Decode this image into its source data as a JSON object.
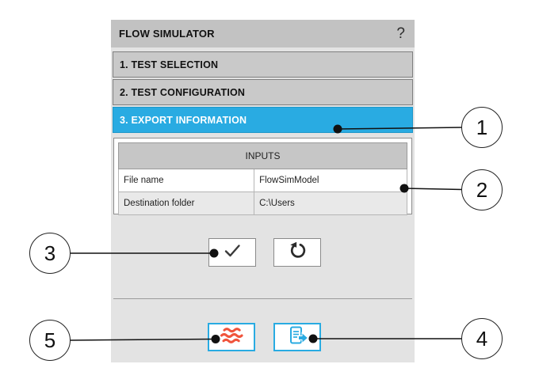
{
  "panel": {
    "title": "FLOW SIMULATOR",
    "help_label": "?",
    "sections": [
      {
        "label": "1. TEST SELECTION",
        "active": false
      },
      {
        "label": "2. TEST CONFIGURATION",
        "active": false
      },
      {
        "label": "3. EXPORT INFORMATION",
        "active": true
      }
    ],
    "inputs_table": {
      "header": "INPUTS",
      "rows": [
        {
          "label": "File name",
          "value": "FlowSimModel"
        },
        {
          "label": "Destination folder",
          "value": "C:\\Users"
        }
      ]
    },
    "buttons": {
      "confirm": "check-icon",
      "reset": "reset-icon",
      "flow": "wave-icon",
      "export": "export-icon"
    }
  },
  "callouts": [
    "1",
    "2",
    "3",
    "4",
    "5"
  ],
  "colors": {
    "active_section": "#29abe2",
    "wave_icon": "#f0543c",
    "export_icon": "#29abe2",
    "panel_bg": "#e3e3e3",
    "titlebar_bg": "#c2c2c2",
    "section_bg": "#c9c9c9"
  }
}
